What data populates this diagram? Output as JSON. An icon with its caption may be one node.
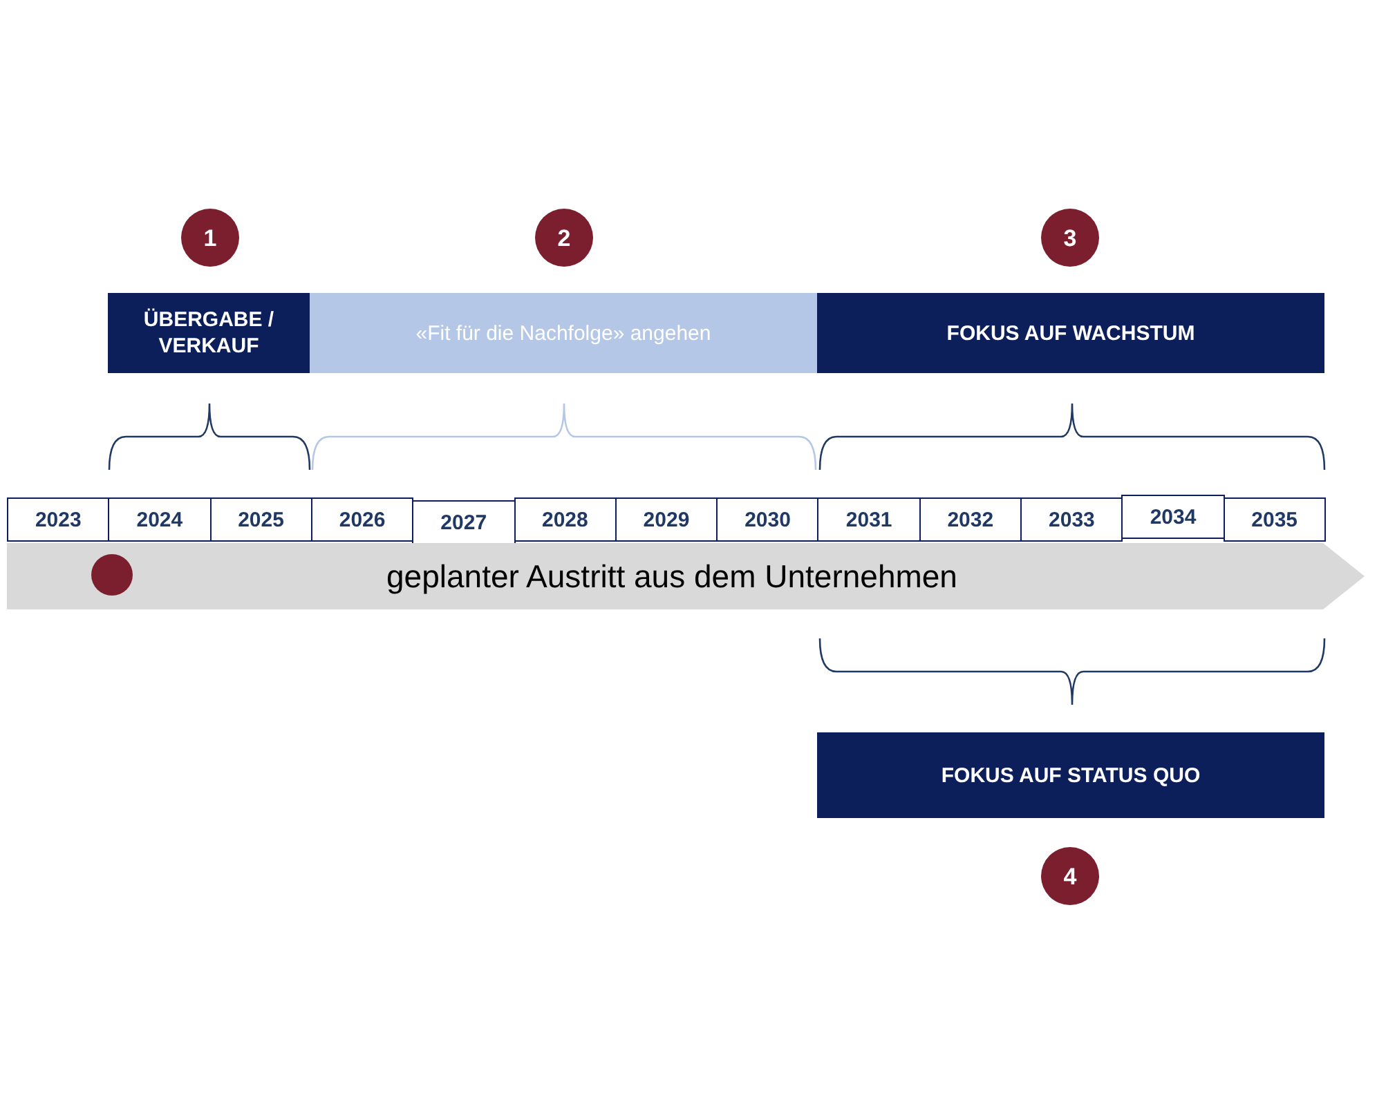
{
  "diagram": {
    "nodes": [
      {
        "text": [
          "1"
        ]
      },
      {
        "text": [
          "2"
        ]
      },
      {
        "text": [
          "3"
        ]
      },
      {
        "text": [
          "ÜBERGABE / VERKAUF"
        ]
      },
      {
        "text": [
          "«Fit für die Nachfolge» angehen"
        ]
      },
      {
        "text": [
          "FOKUS AUF WACHSTUM"
        ]
      },
      {
        "text": [
          "2023"
        ]
      },
      {
        "text": [
          "2024"
        ]
      },
      {
        "text": [
          "2025"
        ]
      },
      {
        "text": [
          "2026"
        ]
      },
      {
        "text": [
          "2027"
        ]
      },
      {
        "text": [
          "2028"
        ]
      },
      {
        "text": [
          "2029"
        ]
      },
      {
        "text": [
          "2030"
        ]
      },
      {
        "text": [
          "2031"
        ]
      },
      {
        "text": [
          "2032"
        ]
      },
      {
        "text": [
          "2033"
        ]
      },
      {
        "text": [
          "2034"
        ]
      },
      {
        "text": [
          "2035"
        ]
      },
      {
        "text": [
          "geplanter Austritt aus dem Unternehmen"
        ]
      },
      {
        "text": [],
        "shape": "circle",
        "in": 19
      },
      {
        "text": [
          "FOKUS AUF STATUS QUO"
        ]
      },
      {
        "text": [
          "4"
        ]
      }
    ]
  }
}
